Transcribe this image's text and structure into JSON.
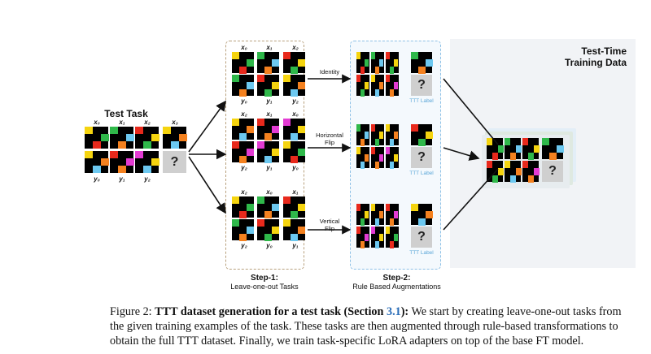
{
  "test_task": {
    "title": "Test Task",
    "input_labels": [
      "x₀",
      "x₁",
      "x₂",
      "x₃"
    ],
    "output_labels": [
      "y₀",
      "y₁",
      "y₂"
    ],
    "query_symbol": "?"
  },
  "step1": {
    "rows": [
      {
        "inputs": [
          "x₀",
          "x₁",
          "x₂"
        ],
        "outputs": [
          "y₀",
          "y₁",
          "y₂"
        ]
      },
      {
        "inputs": [
          "x₂",
          "x₁",
          "x₀"
        ],
        "outputs": [
          "y₂",
          "y₁",
          "y₀"
        ]
      },
      {
        "inputs": [
          "x₂",
          "x₀",
          "x₁"
        ],
        "outputs": [
          "y₂",
          "y₀",
          "y₁"
        ]
      }
    ],
    "label_bold": "Step-1:",
    "label": "Leave-one-out Tasks"
  },
  "augmentations": [
    "Identity",
    "Horizontal\nFlip",
    "Vertical\nFlip"
  ],
  "step2": {
    "ttt_tag": "TTT Label",
    "label_bold": "Step-2:",
    "label": "Rule Based Augmentations"
  },
  "ttt_data": {
    "title_line1": "Test-Time",
    "title_line2": "Training Data"
  },
  "colors": {
    "black": "#000000",
    "yellow": "#f5d40f",
    "red": "#e8291c",
    "green": "#2fb84a",
    "magenta": "#e33bd3",
    "blue": "#6cc8f0",
    "orange": "#f4811f",
    "gray": "#8a8a8a"
  },
  "caption": {
    "prefix": "Figure 2: ",
    "bold": "TTT dataset generation for a test task (Section ",
    "ref": "3.1",
    "bold_end": "):",
    "text": " We start by creating leave-one-out tasks from the given training examples of the task. These tasks are then augmented through rule-based transformations to obtain the full TTT dataset. Finally, we train task-specific LoRA adapters on top of the base FT model."
  }
}
